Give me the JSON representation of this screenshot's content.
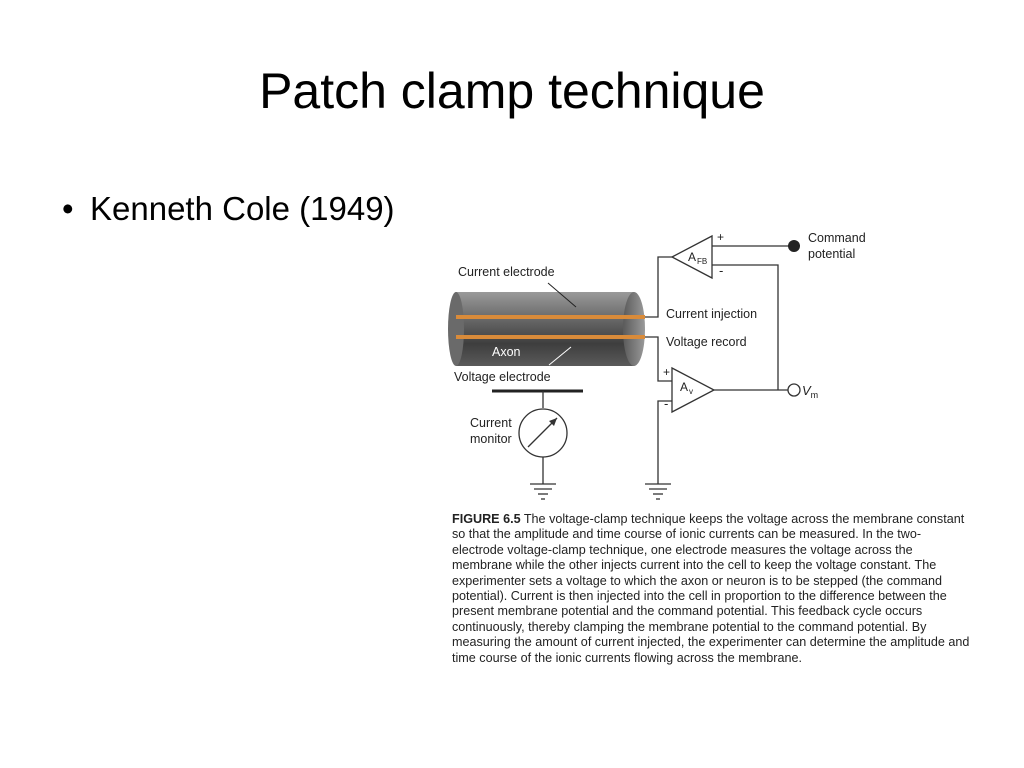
{
  "slide": {
    "title": "Patch clamp technique",
    "bullet": "Kenneth Cole (1949)"
  },
  "figure": {
    "labels": {
      "current_electrode": "Current electrode",
      "axon": "Axon",
      "voltage_electrode": "Voltage electrode",
      "current_injection": "Current injection",
      "voltage_record": "Voltage record",
      "current_monitor_1": "Current",
      "current_monitor_2": "monitor",
      "command_potential_1": "Command",
      "command_potential_2": "potential",
      "afb_main": "A",
      "afb_sub": "FB",
      "av_main": "A",
      "av_sub": "v",
      "vm_main": "V",
      "vm_sub": "m",
      "plus": "+",
      "minus": "-"
    },
    "caption_label": "FIGURE 6.5",
    "caption_text": " The voltage-clamp technique keeps the voltage across the membrane constant so that the amplitude and time course of ionic currents can be measured. In the two-electrode voltage-clamp technique, one electrode measures the voltage across the membrane while the other injects current into the cell to keep the voltage constant. The experimenter sets a voltage to which the axon or neuron is to be stepped (the command potential). Current is then injected into the cell in proportion to the difference between the present membrane potential and the command potential. This feedback cycle occurs continuously, thereby clamping the membrane potential to the command potential. By measuring the amount of current injected, the experimenter can determine the amplitude and time course of the ionic currents flowing across the membrane."
  },
  "colors": {
    "axon_dark": "#4a4a4a",
    "axon_light": "#8a8a8a",
    "electrode": "#d98b3a",
    "line": "#333333"
  }
}
